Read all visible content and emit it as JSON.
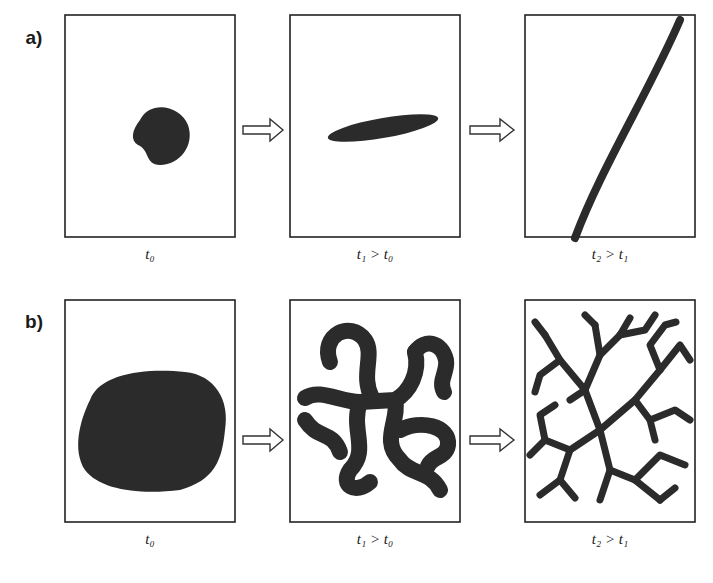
{
  "diagram": {
    "labels": [
      "a)",
      "t₀",
      "t₁ > t₀",
      "t₂ > t₁",
      "b)",
      "t₀",
      "t₁ > t₀",
      "t₂ > t₁"
    ]
  }
}
